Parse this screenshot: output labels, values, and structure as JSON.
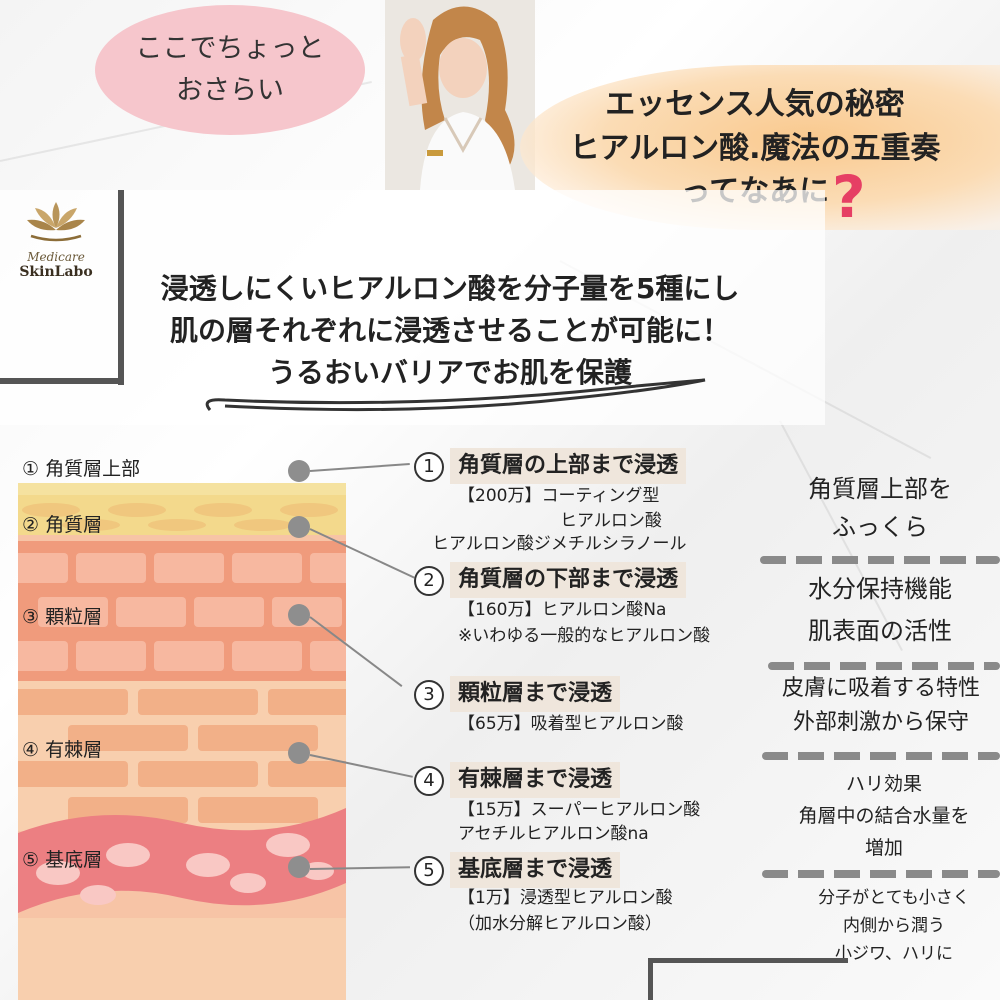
{
  "bubble": {
    "line1": "ここでちょっと",
    "line2": "おさらい"
  },
  "headline": {
    "line1": "エッセンス人気の秘密",
    "line2": "ヒアルロン酸.魔法の五重奏",
    "line3": "ってなあに"
  },
  "logo": {
    "line1": "Medicare",
    "line2": "SkinLabo"
  },
  "intro": {
    "line1": "浸透しにくいヒアルロン酸を分子量を5種にし",
    "line2": "肌の層それぞれに浸透させることが可能に！",
    "line3": "うるおいバリアでお肌を保護"
  },
  "layers": [
    {
      "label": "① 角質層上部"
    },
    {
      "label": "② 角質層"
    },
    {
      "label": "③ 顆粒層"
    },
    {
      "label": "④ 有棘層"
    },
    {
      "label": "⑤ 基底層"
    }
  ],
  "stages": [
    {
      "num": "1",
      "title": "角質層の上部まで浸透",
      "lines": [
        "【200万】コーティング型",
        "ヒアルロン酸",
        "ヒアルロン酸ジメチルシラノール"
      ]
    },
    {
      "num": "2",
      "title": "角質層の下部まで浸透",
      "lines": [
        "【160万】ヒアルロン酸Na",
        "※いわゆる一般的なヒアルロン酸"
      ]
    },
    {
      "num": "3",
      "title": "顆粒層まで浸透",
      "lines": [
        "【65万】吸着型ヒアルロン酸"
      ]
    },
    {
      "num": "4",
      "title": "有棘層まで浸透",
      "lines": [
        "【15万】スーパーヒアルロン酸",
        "アセチルヒアルロン酸na"
      ]
    },
    {
      "num": "5",
      "title": "基底層まで浸透",
      "lines": [
        "【1万】浸透型ヒアルロン酸",
        "（加水分解ヒアルロン酸）"
      ]
    }
  ],
  "effects": [
    {
      "lines": [
        "角質層上部を",
        "ふっくら"
      ]
    },
    {
      "lines": [
        "水分保持機能",
        "肌表面の活性"
      ]
    },
    {
      "lines": [
        "皮膚に吸着する特性",
        "外部刺激から保守"
      ]
    },
    {
      "lines": [
        "ハリ効果",
        "角層中の結合水量を",
        "増加"
      ]
    },
    {
      "lines": [
        "分子がとても小さく",
        "内側から潤う",
        "小ジワ、ハリに"
      ]
    }
  ],
  "colors": {
    "pink_bubble": "#f6c6cc",
    "orange_bubble": "#f9c98e",
    "question_mark": "#e63f64",
    "stage_header_bg": "#efe6dc",
    "skin_base": "#f7c4a6",
    "basal_layer": "#ec7f82"
  },
  "icons": {
    "question": "question-mark-icon",
    "logo": "crown-lotus-logo-icon"
  }
}
